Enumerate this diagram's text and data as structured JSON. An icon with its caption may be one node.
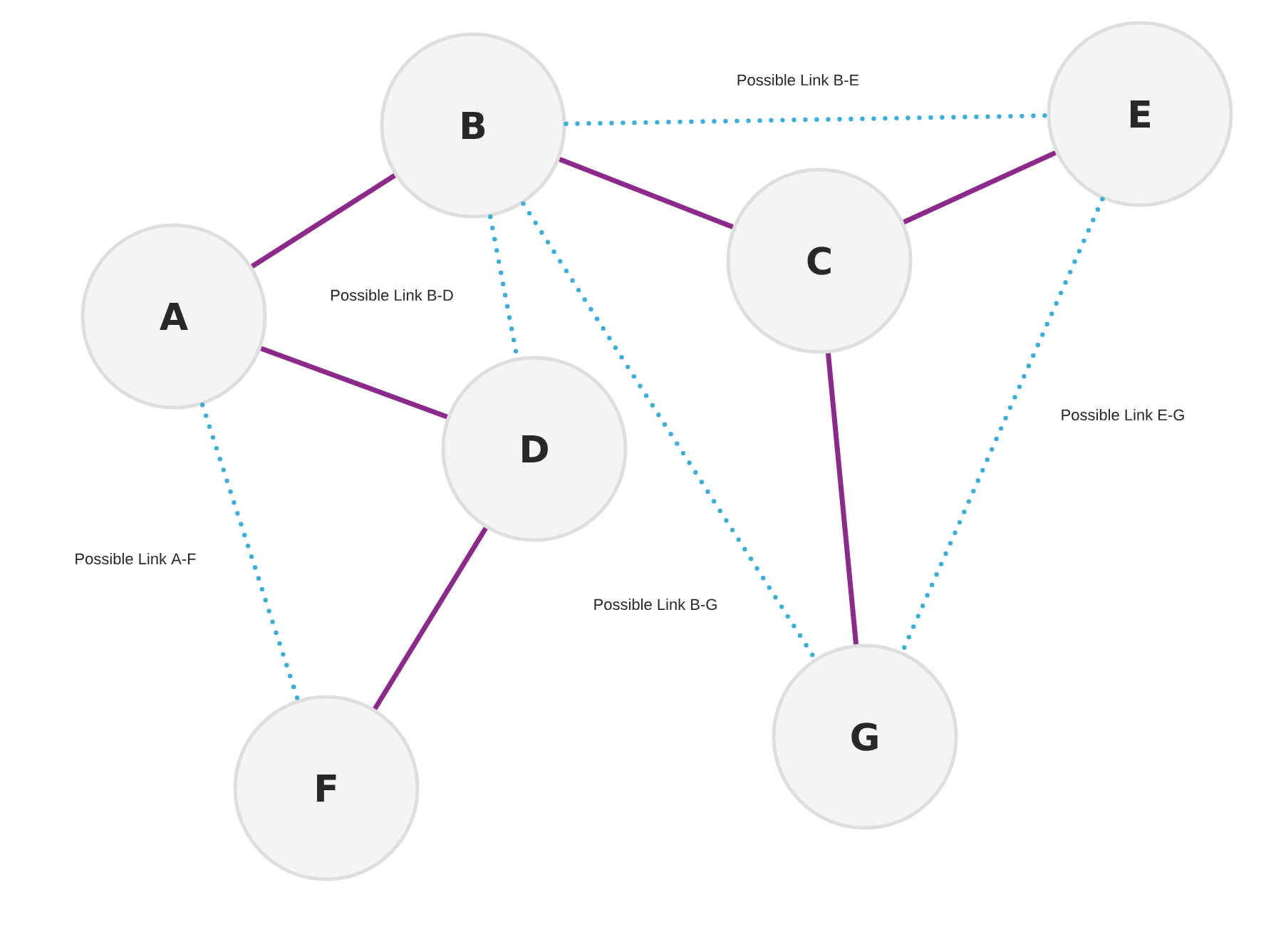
{
  "diagram": {
    "nodes": [
      {
        "text": [
          "A"
        ]
      },
      {
        "text": [
          "B"
        ]
      },
      {
        "text": [
          "C"
        ]
      },
      {
        "text": [
          "D"
        ]
      },
      {
        "text": [
          "E"
        ]
      },
      {
        "text": [
          "F"
        ]
      },
      {
        "text": [
          "G"
        ]
      }
    ],
    "edges": [
      {
        "from": 0,
        "to": 1,
        "arrow": "none"
      },
      {
        "from": 1,
        "to": 2,
        "arrow": "none"
      },
      {
        "from": 2,
        "to": 4,
        "arrow": "none"
      },
      {
        "from": 0,
        "to": 3,
        "arrow": "none"
      },
      {
        "from": 3,
        "to": 5,
        "arrow": "none"
      },
      {
        "from": 2,
        "to": 6,
        "arrow": "none"
      },
      {
        "from": 1,
        "to": 4,
        "arrow": "none",
        "label": "Possible Link B-E",
        "style": "dashed",
        "color": "#3aaed8"
      },
      {
        "from": 1,
        "to": 3,
        "arrow": "none",
        "label": "Possible Link B-D",
        "style": "dashed",
        "color": "#3aaed8"
      },
      {
        "from": 1,
        "to": 6,
        "arrow": "none",
        "label": "Possible Link B-G",
        "style": "dashed",
        "color": "#3aaed8"
      },
      {
        "from": 0,
        "to": 5,
        "arrow": "none",
        "label": "Possible Link A-F",
        "style": "dashed",
        "color": "#3aaed8"
      },
      {
        "from": 4,
        "to": 6,
        "arrow": "none",
        "label": "Possible Link E-G",
        "style": "dashed",
        "color": "#3aaed8"
      }
    ]
  }
}
